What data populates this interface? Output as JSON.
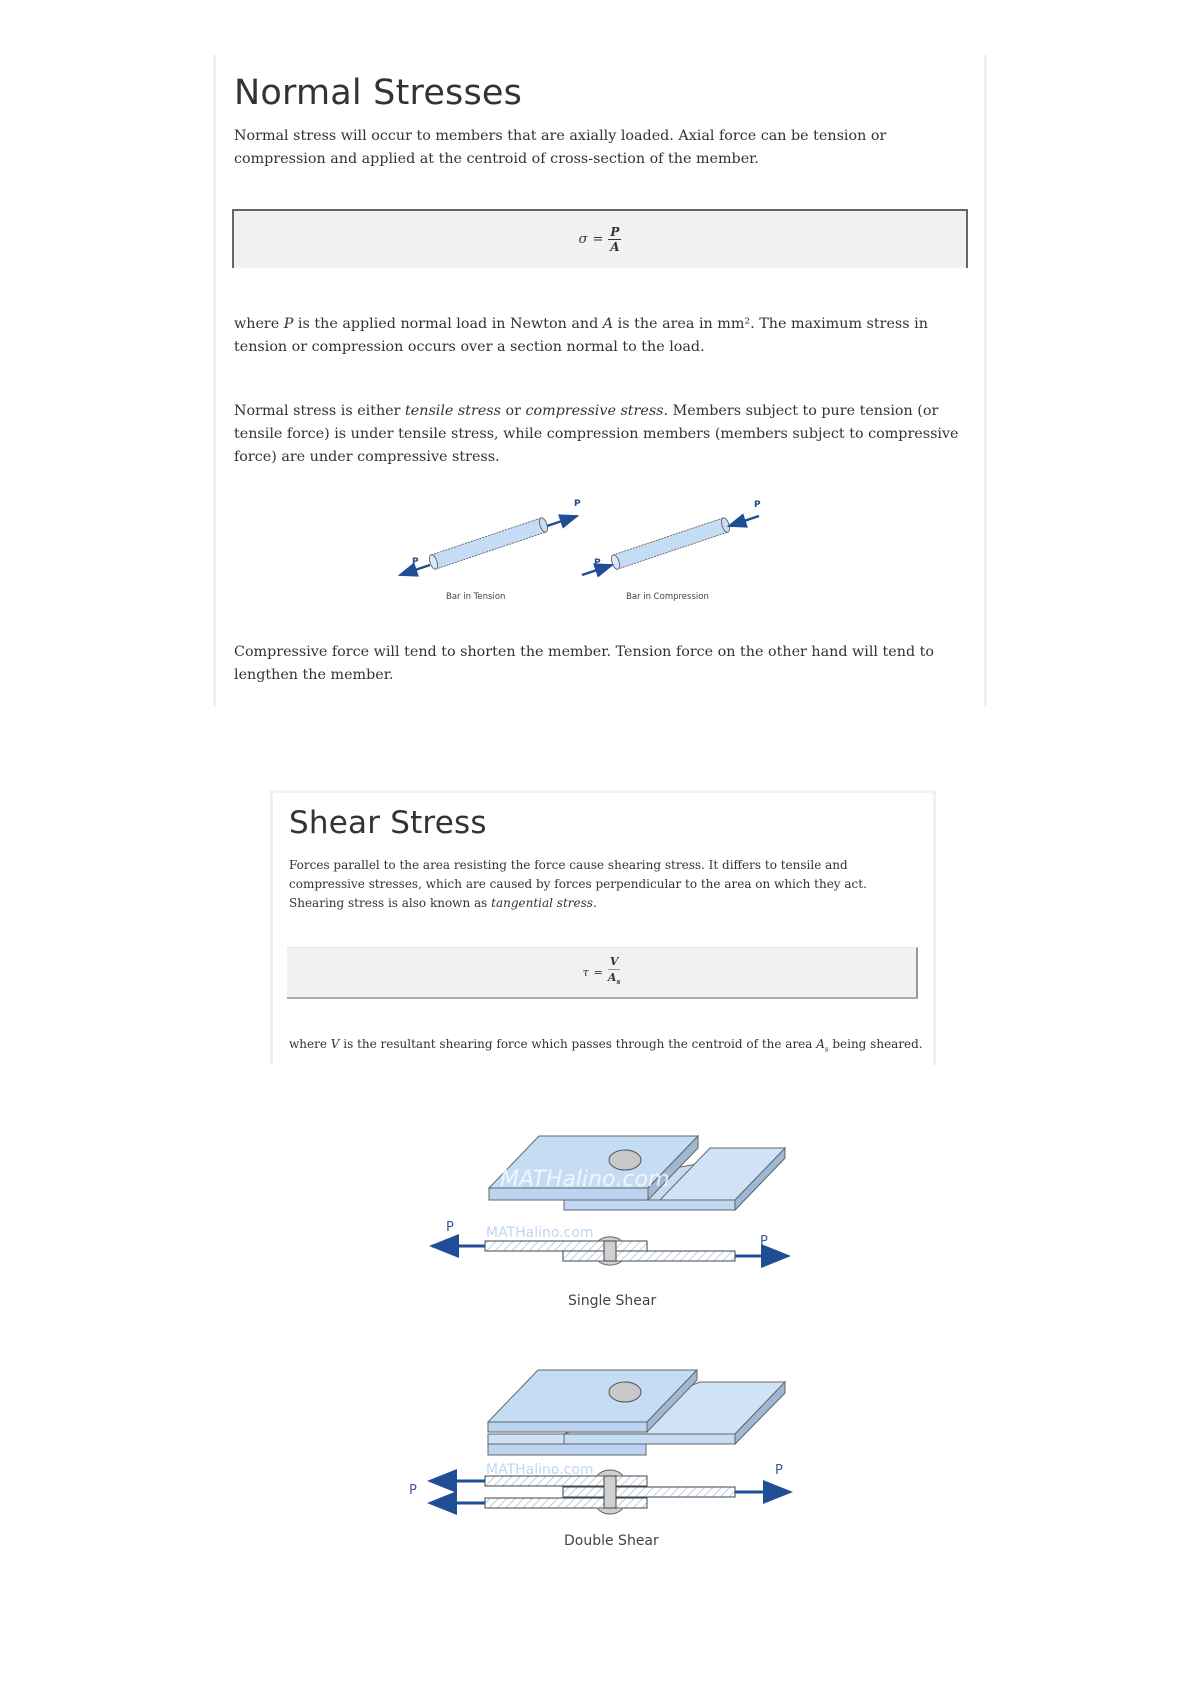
{
  "normal_stresses": {
    "title": "Normal Stresses",
    "intro": "Normal stress will occur to members that are axially loaded. Axial force can be tension or compression and applied at the centroid of cross-section of the member.",
    "formula": {
      "lhs": "σ",
      "eq": "=",
      "numerator": "P",
      "denominator": "A"
    },
    "where_text": {
      "p1": "where ",
      "var_p": "P",
      "p2": " is the applied normal load in Newton and ",
      "var_a": "A",
      "p3": " is the area in mm². The maximum stress in tension or compression occurs over a section normal to the load."
    },
    "types_text": {
      "p1": "Normal stress is either ",
      "em1": "tensile stress",
      "p2": " or ",
      "em2": "compressive stress",
      "p3": ". Members subject to pure tension (or tensile force) is under tensile stress, while compression members (members subject to compressive force) are under compressive stress."
    },
    "figure": {
      "tension_caption": "Bar in Tension",
      "compression_caption": "Bar in Compression",
      "force_label": "P"
    },
    "closing": "Compressive force will tend to shorten the member. Tension force on the other hand will tend to lengthen the member."
  },
  "shear_stress": {
    "title": "Shear Stress",
    "intro": {
      "p1": "Forces parallel to the area resisting the force cause shearing stress. It differs to tensile and compressive stresses, which are caused by forces perpendicular to the area on which they act. Shearing stress is also known as ",
      "em1": "tangential stress",
      "p2": "."
    },
    "formula": {
      "lhs": "τ",
      "eq": "=",
      "numerator": "V",
      "denominator": "A",
      "denominator_sub": "s"
    },
    "where_text": {
      "p1": "where ",
      "var_v": "V",
      "p2": " is the resultant shearing force which passes through the centroid of the area ",
      "var_a": "A",
      "var_a_sub": "s",
      "p3": " being sheared."
    }
  },
  "shear_figures": {
    "watermark": "MATHalino.com",
    "force_label": "P",
    "single_caption": "Single Shear",
    "double_caption": "Double Shear"
  },
  "colors": {
    "plate_fill": "#c5dcf5",
    "plate_edge": "#9fb8d6",
    "arrow": "#1f4e96",
    "formula_bg": "#f1f1f1"
  }
}
